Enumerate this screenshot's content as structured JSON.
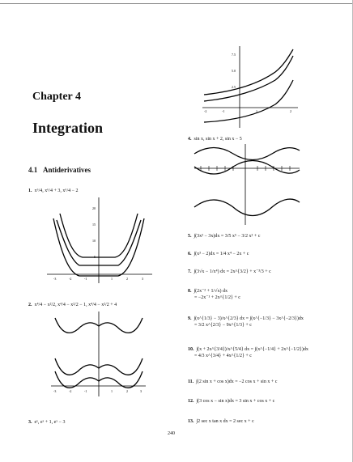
{
  "chapter": "Chapter 4",
  "title": "Integration",
  "section": {
    "number": "4.1",
    "name": "Antiderivatives"
  },
  "left_items": [
    {
      "num": "1.",
      "text": "x⁶/4, x⁶/4 + 3, x⁶/4 − 2"
    },
    {
      "num": "2.",
      "text": "x⁴/4 − x²/2, x⁴/4 − x²/2 − 1, x⁴/4 − x²/2 + 4"
    },
    {
      "num": "3.",
      "text": "eˣ, eˣ + 1, eˣ − 3"
    }
  ],
  "right_items": [
    {
      "num": "4.",
      "text": "sin x, sin x + 2, sin x − 5"
    },
    {
      "num": "5.",
      "text": "∫(3x² − 3x)dx = 3/5 x⁵ − 3/2 x² + c"
    },
    {
      "num": "6.",
      "text": "∫(x³ − 2)dx = 1/4 x⁴ − 2x + c"
    },
    {
      "num": "7.",
      "text": "∫(3√x − 1/x⁴) dx = 2x^{3/2} + x⁻³/3 + c"
    },
    {
      "num": "8.",
      "text": "∫(2x⁻² + 1/√x) dx",
      "line2": "= −2x⁻¹ + 2x^{1/2} + c"
    },
    {
      "num": "9.",
      "text": "∫(x^{1/3} − 3)/x^{2/3} dx = ∫(x^{−1/3} − 3x^{−2/3})dx",
      "line2": "= 3/2 x^{2/3} − 9x^{1/3} + c"
    },
    {
      "num": "10.",
      "text": "∫(x + 2x^{3/4})/x^{5/4} dx = ∫(x^{−1/4} + 2x^{−1/2})dx",
      "line2": "= 4/3 x^{3/4} + 4x^{1/2} + c"
    },
    {
      "num": "11.",
      "text": "∫(2 sin x + cos x)dx = −2 cos x + sin x + c"
    },
    {
      "num": "12.",
      "text": "∫(3 cos x − sin x)dx = 3 sin x + cos x + c"
    },
    {
      "num": "13.",
      "text": "∫2 sec x tan x dx = 2 sec x + c"
    }
  ],
  "page_number": "240",
  "graph1_ticks": {
    "x": [
      "-3",
      "-2",
      "-1",
      "1",
      "2",
      "3"
    ],
    "y": [
      "20",
      "15",
      "10",
      "5"
    ]
  },
  "graph2_ticks": {
    "x": [
      "-3",
      "-2",
      "-1",
      "1",
      "2",
      "3"
    ]
  },
  "graph3_ticks": {
    "x": [
      "-2",
      "-1",
      "1",
      "2"
    ],
    "y": [
      "7.5",
      "5.0",
      "2.5"
    ]
  }
}
